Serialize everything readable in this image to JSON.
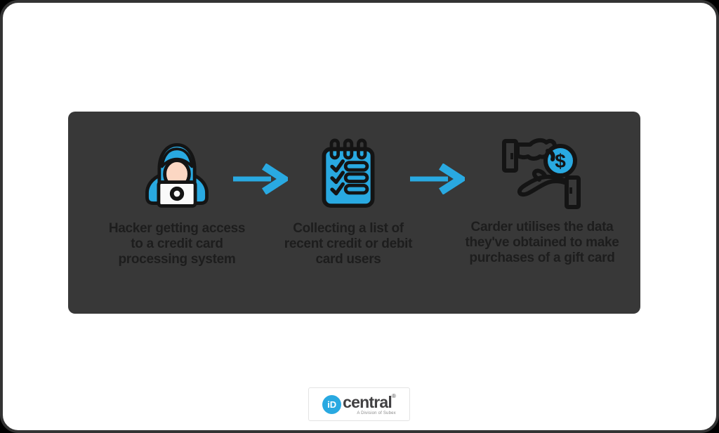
{
  "page": {
    "background_color": "#000000",
    "canvas_background": "#ffffff",
    "border_color": "#333333"
  },
  "flow": {
    "panel_background": "#383838",
    "accent_blue": "#29A9E1",
    "outline_black": "#141414",
    "face_color": "#FCD7C3",
    "coin_symbol": "$",
    "arrows": [
      {
        "icon": "arrow-right-icon",
        "color": "#29A9E1"
      },
      {
        "icon": "arrow-right-icon",
        "color": "#29A9E1"
      }
    ],
    "steps": [
      {
        "icon": "hacker-laptop-icon",
        "caption": "Hacker getting access to a credit card processing system",
        "caption_lines": [
          "Hacker getting access",
          "to a credit card",
          "processing system"
        ]
      },
      {
        "icon": "checklist-notepad-icon",
        "caption": "Collecting a list of recent credit or debit card users",
        "caption_lines": [
          "Collecting a list of",
          "recent credit or debit",
          "card users"
        ]
      },
      {
        "icon": "hands-exchange-money-icon",
        "caption": "Carder utilises the data they've obtained to make purchases of a gift card",
        "caption_lines": [
          "Carder utilises the data",
          "they've obtained to make",
          "purchases of a gift card"
        ]
      }
    ]
  },
  "logo": {
    "mark_text": "iD",
    "name": "central",
    "registered": "®",
    "tagline": "A Division of Subex",
    "brand_blue": "#29A9E1",
    "name_color": "#414042"
  }
}
